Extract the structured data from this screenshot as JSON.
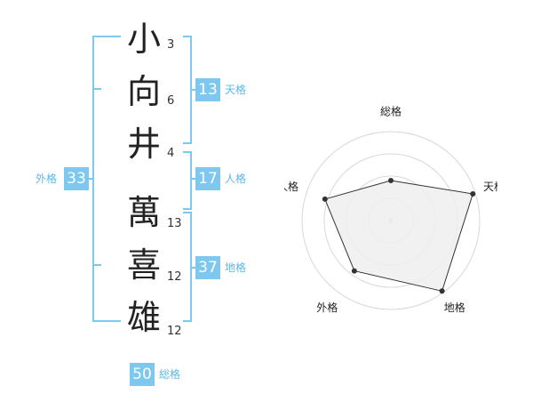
{
  "characters": [
    {
      "char": "小",
      "strokes": "3"
    },
    {
      "char": "向",
      "strokes": "6"
    },
    {
      "char": "井",
      "strokes": "4"
    },
    {
      "char": "萬",
      "strokes": "13"
    },
    {
      "char": "喜",
      "strokes": "12"
    },
    {
      "char": "雄",
      "strokes": "12"
    }
  ],
  "fortunes": {
    "tenkaku": {
      "value": "13",
      "label": "天格"
    },
    "jinkaku": {
      "value": "17",
      "label": "人格"
    },
    "chikaku": {
      "value": "37",
      "label": "地格"
    },
    "gaikaku": {
      "value": "33",
      "label": "外格"
    },
    "soukaku": {
      "value": "50",
      "label": "総格"
    }
  },
  "chart_data": {
    "type": "radar",
    "axes": [
      "総格",
      "天格",
      "地格",
      "外格",
      "人格"
    ],
    "values": [
      0.45,
      0.97,
      0.98,
      0.7,
      0.78
    ],
    "max": 1,
    "rings": 4,
    "colors": {
      "fill": "#eeeeee",
      "line": "#333333",
      "ring": "#d8d8d8",
      "point": "#333333"
    }
  }
}
